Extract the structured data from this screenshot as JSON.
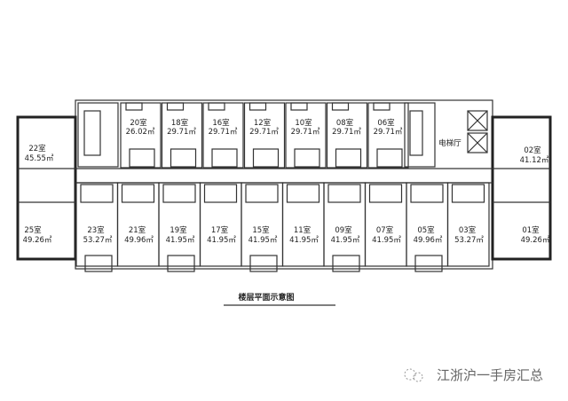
{
  "top_rooms": [
    {
      "name": "20室",
      "area": "26.02㎡",
      "hatched": false
    },
    {
      "name": "18室",
      "area": "29.71㎡",
      "hatched": true
    },
    {
      "name": "16室",
      "area": "29.71㎡",
      "hatched": true
    },
    {
      "name": "12室",
      "area": "29.71㎡",
      "hatched": true
    },
    {
      "name": "10室",
      "area": "29.71㎡",
      "hatched": true
    },
    {
      "name": "08室",
      "area": "29.71㎡",
      "hatched": true
    },
    {
      "name": "06室",
      "area": "29.71㎡",
      "hatched": true
    }
  ],
  "bottom_rooms": [
    {
      "name": "23室",
      "area": "53.27㎡"
    },
    {
      "name": "21室",
      "area": "49.96㎡"
    },
    {
      "name": "19室",
      "area": "41.95㎡"
    },
    {
      "name": "17室",
      "area": "41.95㎡"
    },
    {
      "name": "15室",
      "area": "41.95㎡"
    },
    {
      "name": "11室",
      "area": "41.95㎡"
    },
    {
      "name": "09室",
      "area": "41.95㎡"
    },
    {
      "name": "07室",
      "area": "41.95㎡"
    },
    {
      "name": "05室",
      "area": "49.96㎡"
    },
    {
      "name": "03室",
      "area": "53.27㎡"
    }
  ],
  "wing_rooms": {
    "r22": {
      "name": "22室",
      "area": "45.55㎡"
    },
    "r25": {
      "name": "25室",
      "area": "49.26㎡"
    },
    "r02": {
      "name": "02室",
      "area": "41.12㎡"
    },
    "r01": {
      "name": "01室",
      "area": "49.26㎡"
    }
  },
  "elevator_hall": "电梯厅",
  "caption": "楼层平面示意图",
  "watermark": "江浙沪一手房汇总"
}
